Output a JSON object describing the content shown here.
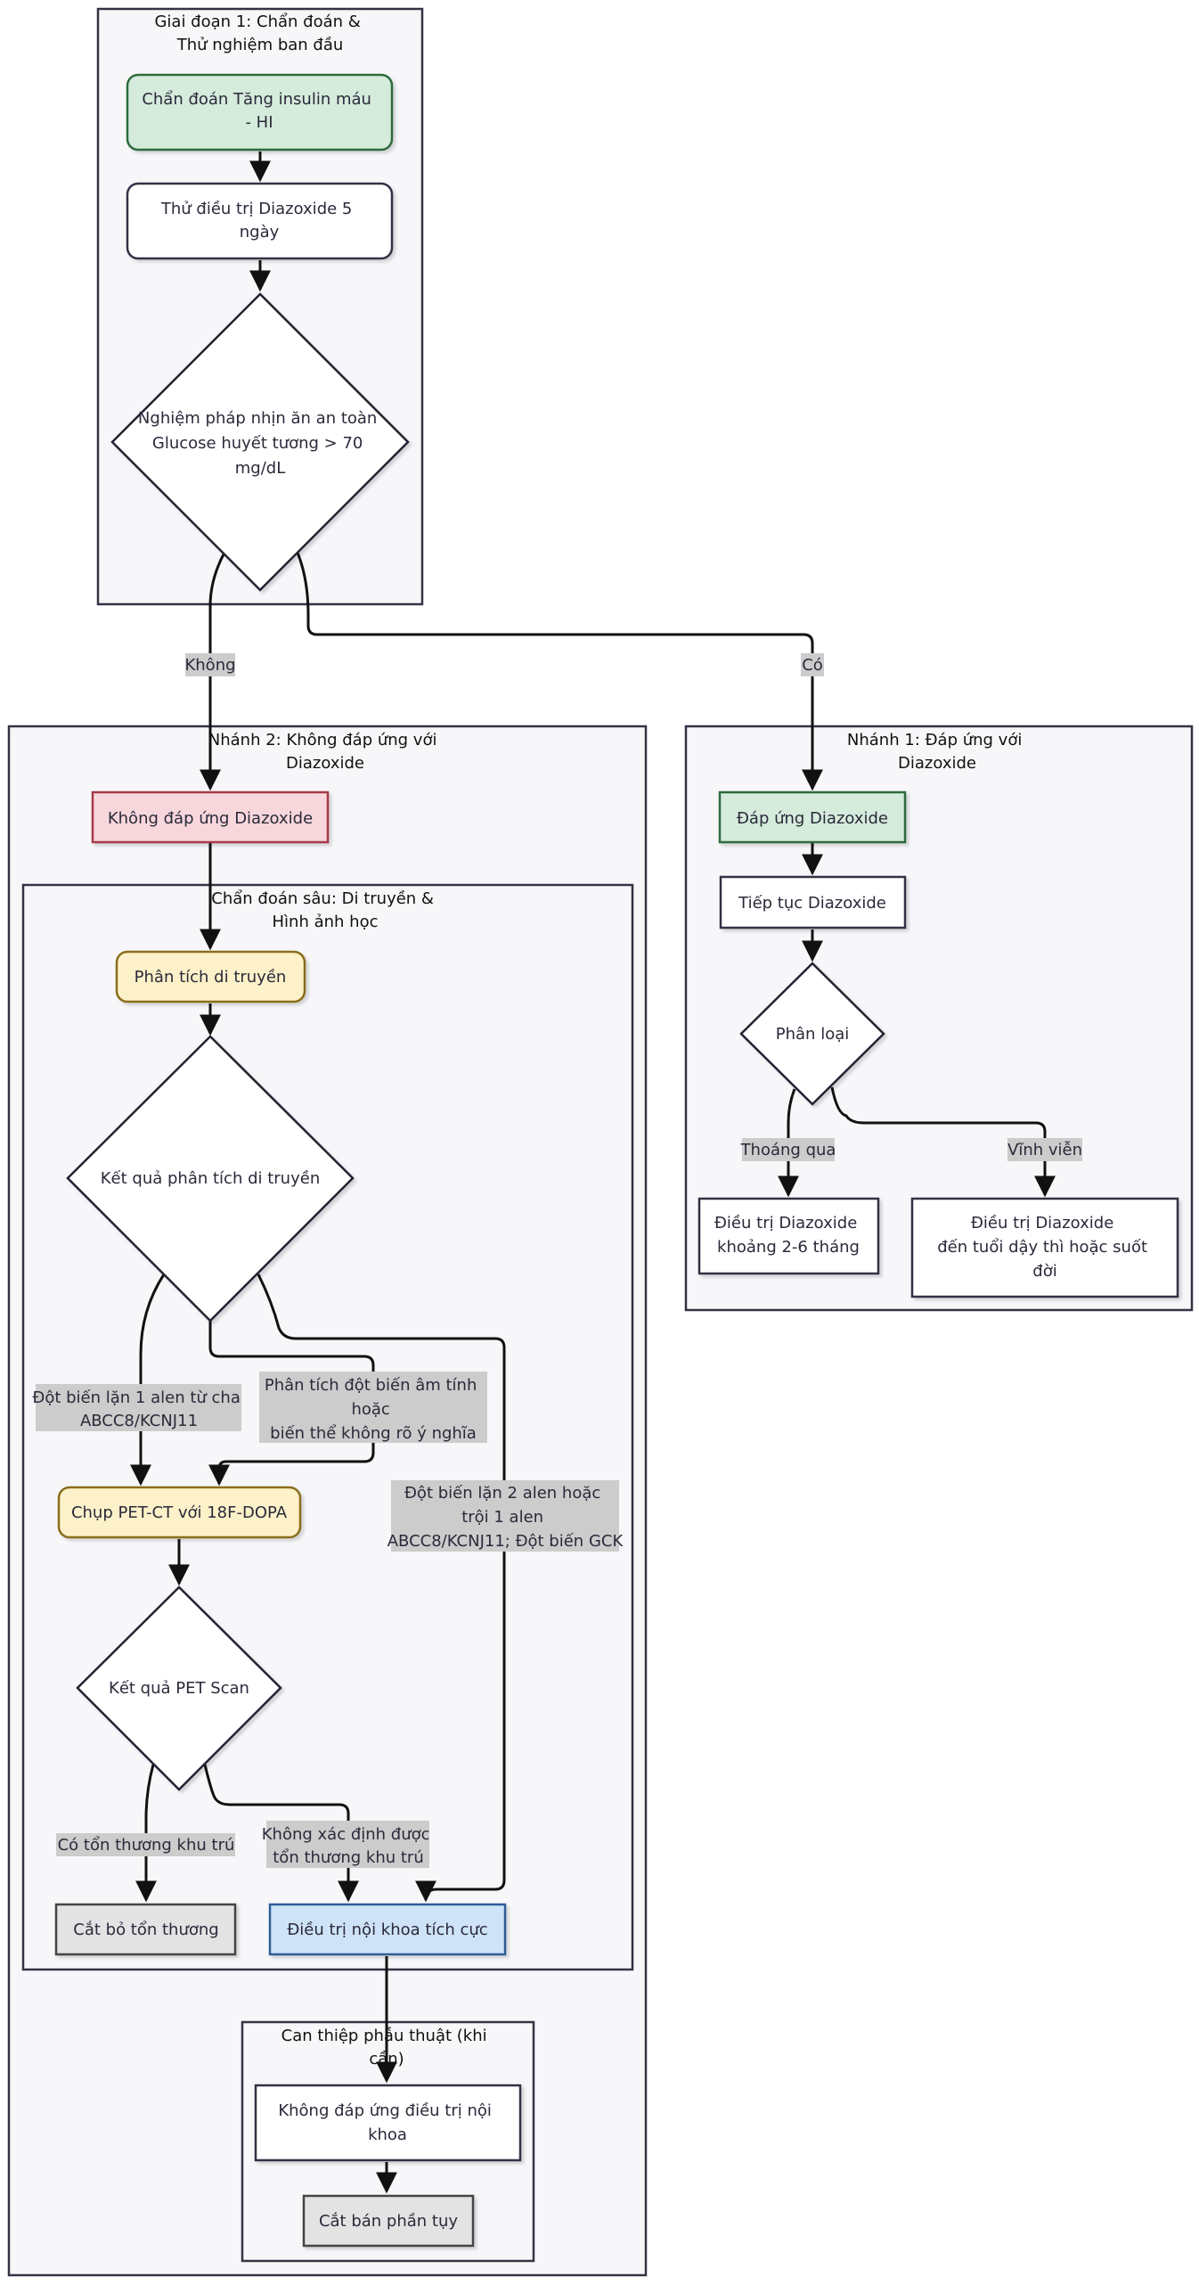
{
  "groups": {
    "phase1": [
      "Giai đoạn 1: Chẩn đoán &",
      "Thử nghiệm ban đầu"
    ],
    "branch2": [
      "Nhánh 2: Không đáp ứng với",
      "Diazoxide"
    ],
    "branch1": [
      "Nhánh 1: Đáp ứng với",
      "Diazoxide"
    ],
    "deep": [
      "Chẩn đoán sâu: Di truyền &",
      "Hình ảnh học"
    ],
    "surgery": [
      "Can thiệp phẫu thuật (khi",
      "cần)"
    ]
  },
  "nodes": {
    "hi_diagnosis": [
      "Chẩn đoán Tăng insulin máu",
      "- HI"
    ],
    "diazoxide_trial": [
      "Thử điều trị Diazoxide 5",
      "ngày"
    ],
    "fasting_test": [
      "Nghiệm pháp nhịn ăn an toàn",
      "Glucose huyết tương > 70",
      "mg/dL"
    ],
    "no_response": [
      "Không đáp ứng Diazoxide"
    ],
    "response": [
      "Đáp ứng Diazoxide"
    ],
    "continue": [
      "Tiếp tục Diazoxide"
    ],
    "classify": [
      "Phân loại"
    ],
    "transient_tx": [
      "Điều trị Diazoxide",
      "khoảng 2-6 tháng"
    ],
    "permanent_tx": [
      "Điều trị Diazoxide",
      "đến tuổi dậy thì hoặc suốt",
      "đời"
    ],
    "genetic": [
      "Phân tích di truyền"
    ],
    "genetic_result": [
      "Kết quả phân tích di truyền"
    ],
    "pet": [
      "Chụp PET-CT với 18F-DOPA"
    ],
    "pet_result": [
      "Kết quả PET Scan"
    ],
    "resect": [
      "Cắt bỏ tổn thương"
    ],
    "medical": [
      "Điều trị nội khoa tích cực"
    ],
    "no_medical": [
      "Không đáp ứng điều trị nội",
      "khoa"
    ],
    "pancreatectomy": [
      "Cắt bán phần tụy"
    ]
  },
  "edge_labels": {
    "no": [
      "Không"
    ],
    "yes": [
      "Có"
    ],
    "transient": [
      "Thoáng qua"
    ],
    "permanent": [
      "Vĩnh viễn"
    ],
    "mono": [
      "Đột biến lặn 1 alen từ cha",
      "ABCC8/KCNJ11"
    ],
    "negative": [
      "Phân tích đột biến âm tính",
      "hoặc",
      "biến thể không rõ ý nghĩa"
    ],
    "biallelic": [
      "Đột biến lặn 2 alen hoặc",
      "trội 1 alen",
      "ABCC8/KCNJ11; Đột biến GCK"
    ],
    "focal": [
      "Có tổn thương khu trú"
    ],
    "nonfocal": [
      "Không xác định được",
      "tổn thương khu trú"
    ]
  },
  "colors": {
    "green_fill": "#d5ebdc",
    "green_stroke": "#2e6b3d",
    "red_fill": "#f8d7dc",
    "red_stroke": "#a63a4a",
    "yellow_fill": "#fdf1c9",
    "yellow_stroke": "#8a6d1a",
    "blue_fill": "#cfe3f8",
    "blue_stroke": "#2f5d96",
    "gray_fill": "#e3e3e3",
    "gray_stroke": "#444444",
    "group_fill": "#f7f7fa",
    "group_stroke": "#333344",
    "label_bg": "#cccccc"
  }
}
